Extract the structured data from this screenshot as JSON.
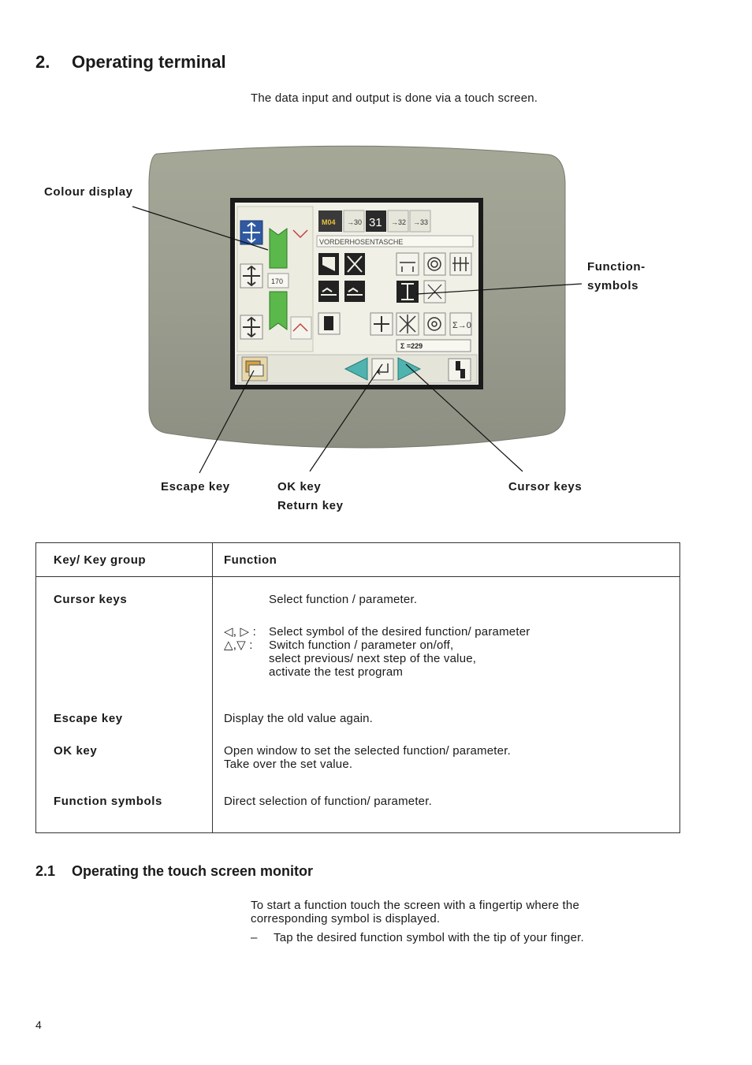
{
  "heading": {
    "number": "2.",
    "title": "Operating terminal"
  },
  "intro": "The data input and output is done via a touch screen.",
  "figure": {
    "callouts": {
      "colour_display": "Colour display",
      "function_symbols_line1": "Function-",
      "function_symbols_line2": "symbols",
      "escape_key": "Escape key",
      "ok_key_line1": "OK key",
      "ok_key_line2": "Return key",
      "cursor_keys": "Cursor keys"
    },
    "screen": {
      "program_code": "M04",
      "seq_tabs": [
        "→30",
        "31",
        "→32",
        "→33"
      ],
      "program_name": "VORDERHOSENTASCHE",
      "value_170": "170",
      "sum_counter": "Σ =229"
    },
    "colors": {
      "bezel": "#9b9d8f",
      "screen_bg": "#f0f0e6",
      "green": "#5bb84a",
      "accent": "#4fb3b0"
    }
  },
  "table": {
    "header": {
      "col1": "Key/ Key group",
      "col2": "Function"
    },
    "rows": {
      "cursor": {
        "key": "Cursor keys",
        "l1": "Select function / parameter.",
        "l2_sym": "◁, ▷ :",
        "l2": "Select symbol of the desired function/ parameter",
        "l3_sym": "△,▽ :",
        "l3": "Switch function / parameter on/off,",
        "l4": "select previous/ next step of the value,",
        "l5": "activate the test program"
      },
      "escape": {
        "key": "Escape key",
        "l1": "Display the old value again."
      },
      "ok": {
        "key": "OK key",
        "l1": "Open window to set the selected function/ parameter.",
        "l2": "Take over the set value."
      },
      "fsym": {
        "key": "Function symbols",
        "l1": "Direct selection of function/ parameter."
      }
    }
  },
  "section21": {
    "number": "2.1",
    "title": "Operating the touch screen monitor",
    "para_l1": "To start a function touch the screen with a fingertip where the",
    "para_l2": "corresponding symbol is displayed.",
    "bullet_dash": "–",
    "bullet": "Tap the desired function symbol with the tip of your finger."
  },
  "page_number": "4"
}
